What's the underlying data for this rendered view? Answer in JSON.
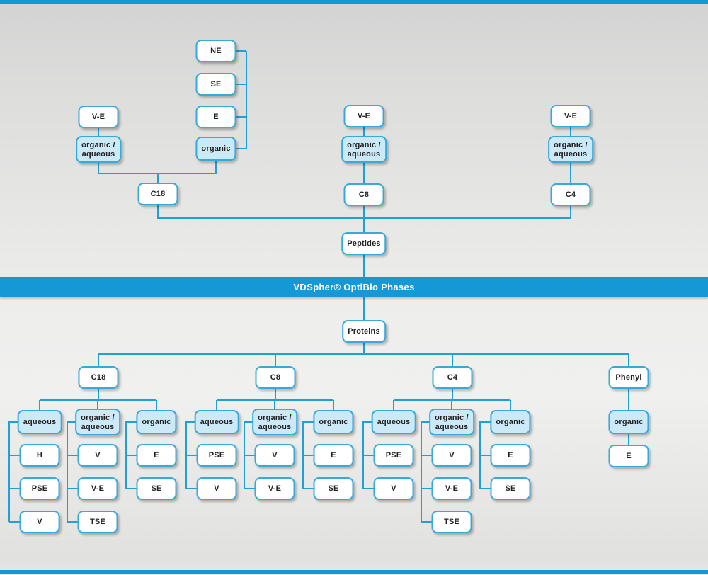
{
  "colors": {
    "banner_blue": "#1598d6",
    "line_blue": "#209fd9",
    "box_border_blue": "#38a9db",
    "box_fill_white": "#ffffff",
    "box_fill_light_blue": "#cce9f8",
    "text_dark": "#231f20",
    "banner_text": "#ffffff"
  },
  "banner": {
    "label": "VDSpher® OptiBio Phases"
  },
  "peptides_section": {
    "root": "Peptides",
    "c18": {
      "label": "C18",
      "ve": "V-E",
      "organic_aqueous": "organic /\naqueous",
      "organic": {
        "label": "organic",
        "children": [
          "NE",
          "SE",
          "E"
        ]
      }
    },
    "c8": {
      "label": "C8",
      "ve": "V-E",
      "organic_aqueous": "organic /\naqueous"
    },
    "c4": {
      "label": "C4",
      "ve": "V-E",
      "organic_aqueous": "organic /\naqueous"
    }
  },
  "proteins_section": {
    "root": "Proteins",
    "c18": {
      "label": "C18",
      "aqueous": {
        "label": "aqueous",
        "children": [
          "H",
          "PSE",
          "V"
        ]
      },
      "organic_aqueous": {
        "label": "organic /\naqueous",
        "children": [
          "V",
          "V-E",
          "TSE"
        ]
      },
      "organic": {
        "label": "organic",
        "children": [
          "E",
          "SE"
        ]
      }
    },
    "c8": {
      "label": "C8",
      "aqueous": {
        "label": "aqueous",
        "children": [
          "PSE",
          "V"
        ]
      },
      "organic_aqueous": {
        "label": "organic /\naqueous",
        "children": [
          "V",
          "V-E"
        ]
      },
      "organic": {
        "label": "organic",
        "children": [
          "E",
          "SE"
        ]
      }
    },
    "c4": {
      "label": "C4",
      "aqueous": {
        "label": "aqueous",
        "children": [
          "PSE",
          "V"
        ]
      },
      "organic_aqueous": {
        "label": "organic /\naqueous",
        "children": [
          "V",
          "V-E",
          "TSE"
        ]
      },
      "organic": {
        "label": "organic",
        "children": [
          "E",
          "SE"
        ]
      }
    },
    "phenyl": {
      "label": "Phenyl",
      "organic": {
        "label": "organic",
        "children": [
          "E"
        ]
      }
    }
  }
}
